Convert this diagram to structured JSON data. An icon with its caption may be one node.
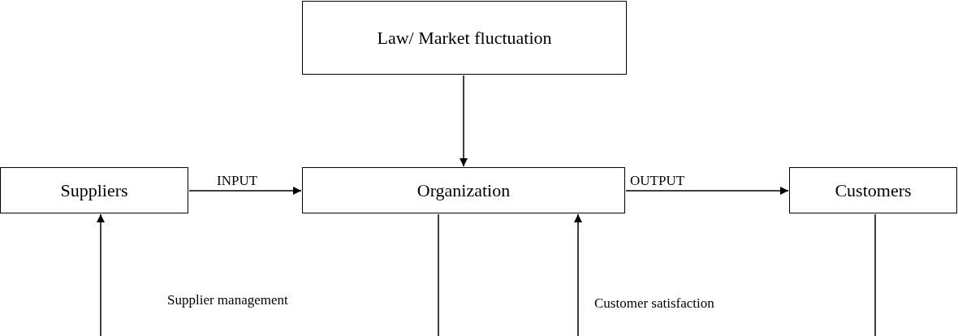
{
  "diagram": {
    "nodes": [
      {
        "text": [
          "Law/ Market fluctuation"
        ]
      },
      {
        "text": [
          "Suppliers"
        ]
      },
      {
        "text": [
          "Organization"
        ]
      },
      {
        "text": [
          "Customers"
        ]
      }
    ],
    "edges": [
      {
        "from": 0,
        "to": 2,
        "arrow": "to"
      },
      {
        "from": 1,
        "to": 2,
        "arrow": "to",
        "label": "INPUT"
      },
      {
        "from": 2,
        "to": 3,
        "arrow": "to",
        "label": "OUTPUT"
      },
      {
        "from": null,
        "to": 1,
        "arrow": "to"
      },
      {
        "from": 2,
        "to": null,
        "arrow": "none"
      },
      {
        "from": null,
        "to": 2,
        "arrow": "to"
      },
      {
        "from": 3,
        "to": null,
        "arrow": "none"
      }
    ],
    "labels": [
      "Supplier management",
      "Customer satisfaction"
    ]
  }
}
